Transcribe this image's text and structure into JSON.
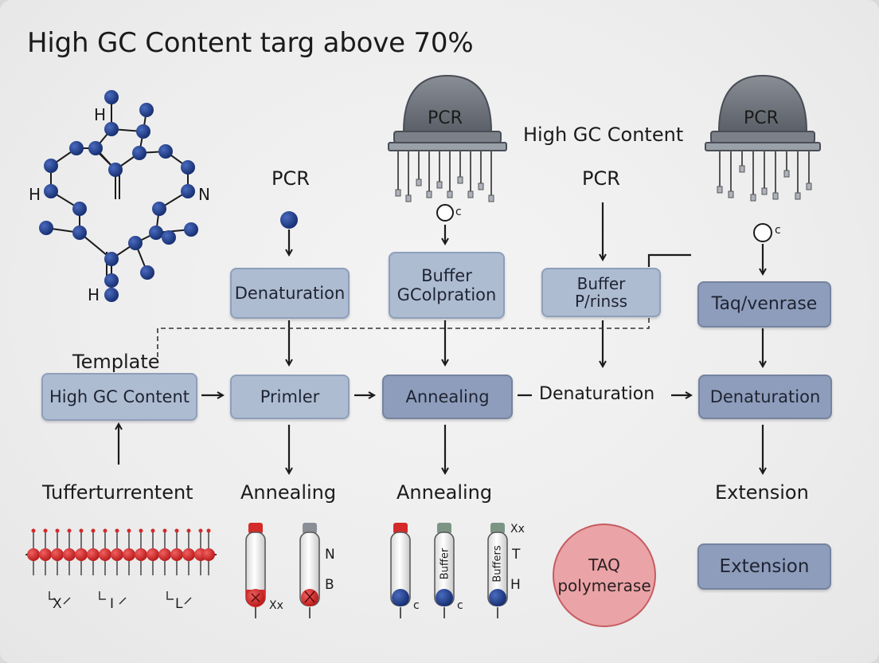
{
  "title": "High GC Content targ above 70%",
  "molecule": {
    "labels": [
      "H",
      "H",
      "N",
      "H"
    ]
  },
  "pcr_machines": [
    "PCR",
    "PCR"
  ],
  "top_labels": {
    "pcr_left": "PCR",
    "pcr_right": "PCR",
    "high_gc": "High GC Content",
    "oc_left": "c",
    "oc_right": "c"
  },
  "row1_boxes": {
    "denaturation": "Denaturation",
    "buffer_gc_line1": "Buffer",
    "buffer_gc_line2": "GColpration",
    "buffer_primers_line1": "Buffer",
    "buffer_primers_line2": "P/rinss",
    "taq_enzyme": "Taq/venrase"
  },
  "row2": {
    "template_label": "Template",
    "high_gc_box": "High GC Content",
    "primer": "Primler",
    "annealing": "Annealing",
    "denaturation_text": "Denaturation",
    "denaturation_box": "Denaturation"
  },
  "row3_labels": {
    "tuffer": "Tufferturrentent",
    "annealing_1": "Annealing",
    "annealing_2": "Annealing",
    "extension": "Extension"
  },
  "bottom": {
    "strand_marks": [
      "X",
      "I",
      "L"
    ],
    "tube_labels": {
      "n": "N",
      "b": "B",
      "xx1": "Xx",
      "c1": "c",
      "buffer1": "Buffer",
      "c2": "c",
      "buffer2": "Buffers",
      "xx2": "Xx",
      "t": "T",
      "h": "H"
    },
    "taq_line1": "TAQ",
    "taq_line2": "polymerase",
    "extension_box": "Extension"
  },
  "colors": {
    "box_fill": "#aebcd2",
    "box_dark_fill": "#8e9dbb",
    "atom": "#1f3f8a",
    "strand_red": "#d42a2a",
    "taq_circle": "#eaa3a6"
  }
}
